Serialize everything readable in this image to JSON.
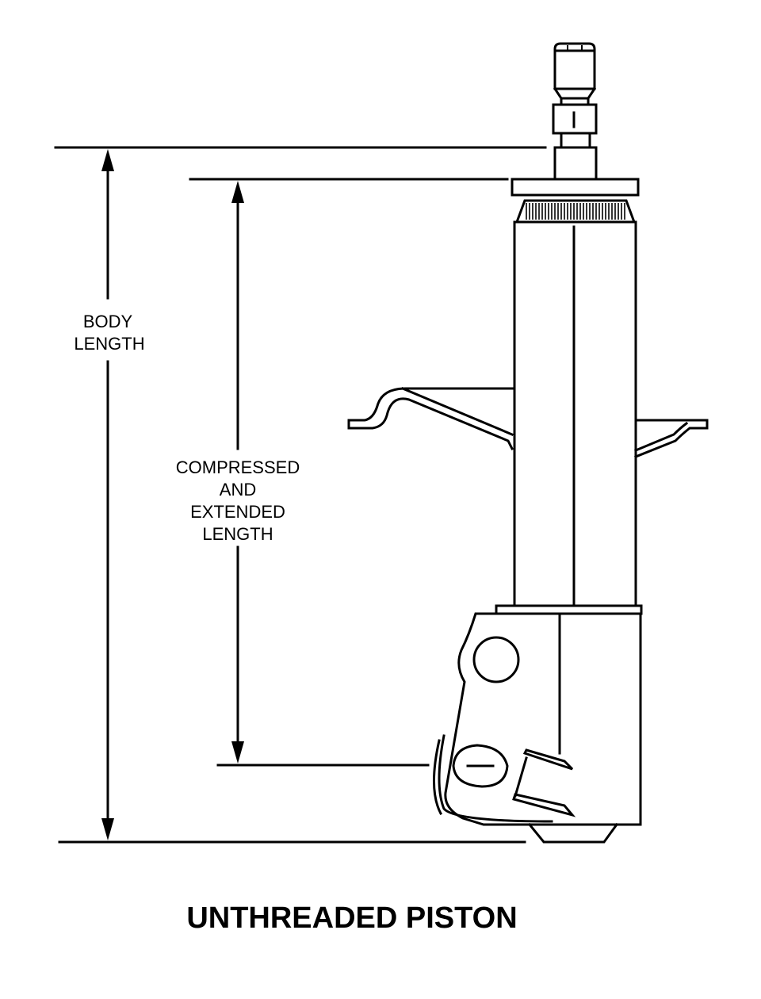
{
  "dimensions": {
    "body_length": [
      "BODY",
      "LENGTH"
    ],
    "compressed_extended_length": [
      "COMPRESSED",
      "AND",
      "EXTENDED",
      "LENGTH"
    ]
  },
  "caption": "UNTHREADED PISTON"
}
